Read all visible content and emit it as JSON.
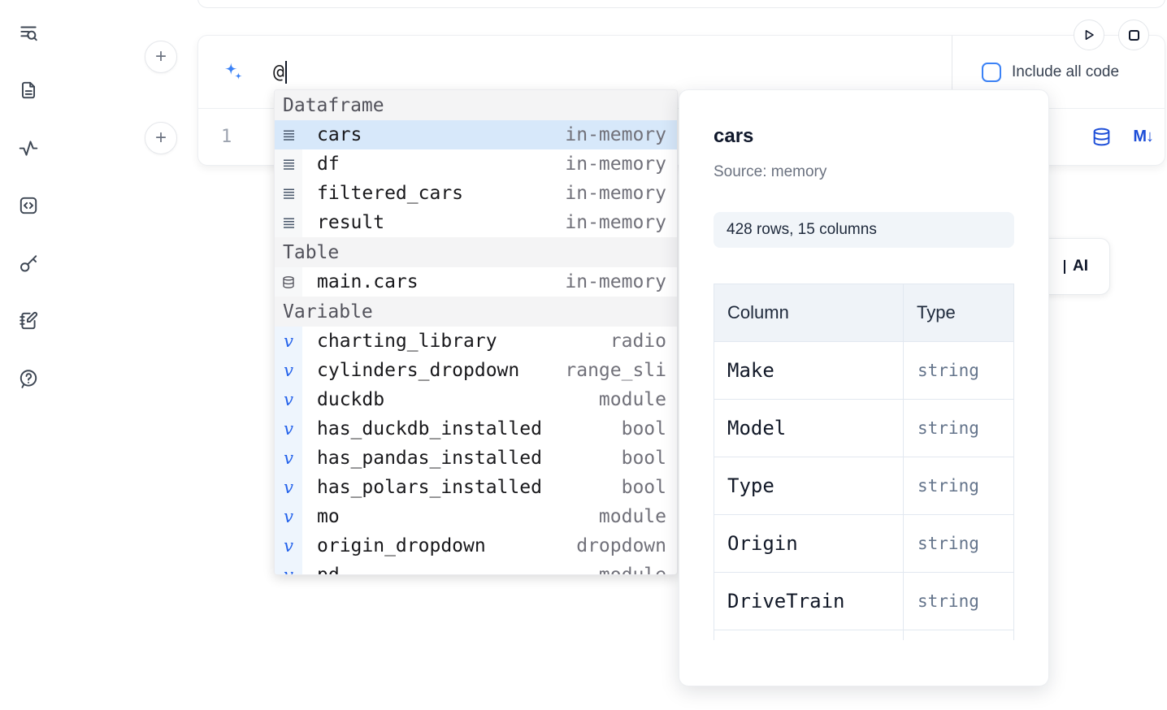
{
  "colors": {
    "accent": "#2563eb",
    "selection": "#d7e8fa"
  },
  "icons": {
    "plus": "+",
    "markdown": "M↓"
  },
  "sidebar": {
    "items": [
      {
        "icon": "toc-search-icon"
      },
      {
        "icon": "document-icon"
      },
      {
        "icon": "activity-icon"
      },
      {
        "icon": "snippets-icon"
      },
      {
        "icon": "keyboard-shortcuts-icon"
      },
      {
        "icon": "scratchpad-icon"
      },
      {
        "icon": "help-icon"
      }
    ]
  },
  "prompt": {
    "value": "@",
    "include_all_code_label": "Include all code"
  },
  "editor": {
    "line_number": "1"
  },
  "partial_ai_button": {
    "label": "AI"
  },
  "autocomplete": {
    "sections": [
      {
        "label": "Dataframe",
        "icon": "dataframe-icon",
        "items": [
          {
            "name": "cars",
            "detail": "in-memory",
            "selected": true
          },
          {
            "name": "df",
            "detail": "in-memory"
          },
          {
            "name": "filtered_cars",
            "detail": "in-memory"
          },
          {
            "name": "result",
            "detail": "in-memory"
          }
        ]
      },
      {
        "label": "Table",
        "icon": "table-icon",
        "items": [
          {
            "name": "main.cars",
            "detail": "in-memory"
          }
        ]
      },
      {
        "label": "Variable",
        "icon": "variable-icon",
        "items": [
          {
            "name": "charting_library",
            "detail": "radio"
          },
          {
            "name": "cylinders_dropdown",
            "detail": "range_sli"
          },
          {
            "name": "duckdb",
            "detail": "module"
          },
          {
            "name": "has_duckdb_installed",
            "detail": "bool"
          },
          {
            "name": "has_pandas_installed",
            "detail": "bool"
          },
          {
            "name": "has_polars_installed",
            "detail": "bool"
          },
          {
            "name": "mo",
            "detail": "module"
          },
          {
            "name": "origin_dropdown",
            "detail": "dropdown"
          },
          {
            "name": "pd",
            "detail": "module"
          }
        ]
      }
    ]
  },
  "preview": {
    "title": "cars",
    "source_label": "Source: memory",
    "shape_label": "428 rows, 15 columns",
    "table": {
      "col1_header": "Column",
      "col2_header": "Type",
      "rows": [
        [
          "Make",
          "string"
        ],
        [
          "Model",
          "string"
        ],
        [
          "Type",
          "string"
        ],
        [
          "Origin",
          "string"
        ],
        [
          "DriveTrain",
          "string"
        ]
      ]
    }
  }
}
